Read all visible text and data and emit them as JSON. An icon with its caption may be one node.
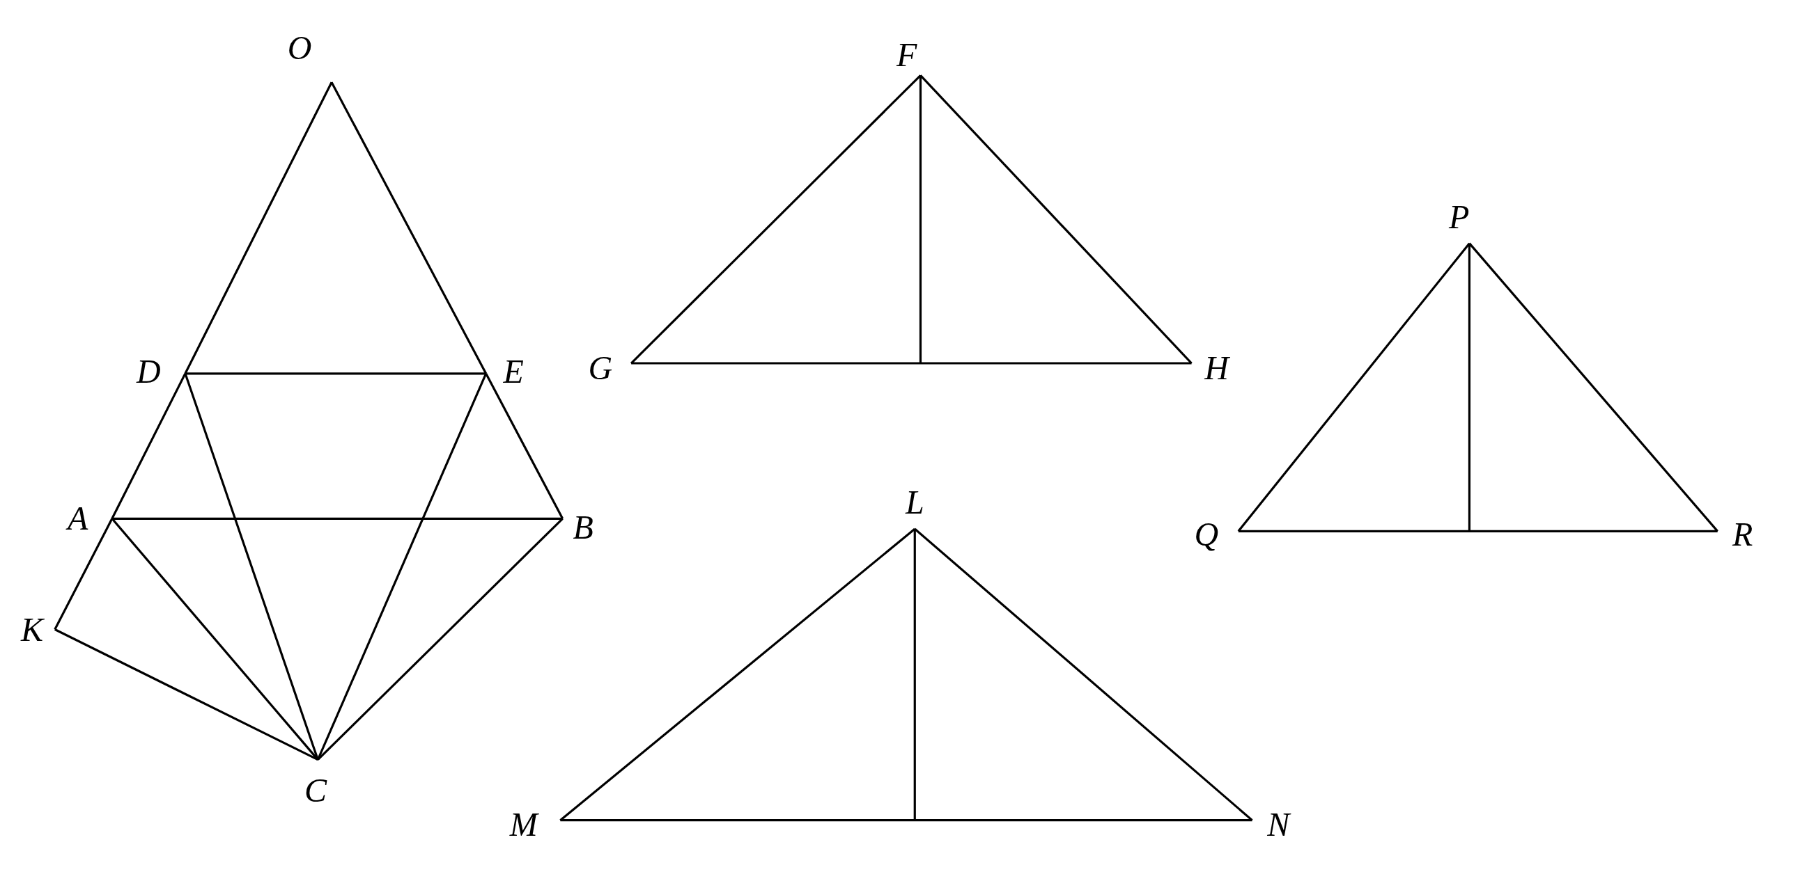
{
  "diagram": {
    "nodes": [
      {
        "text": [
          "O"
        ]
      },
      {
        "text": [
          "D"
        ]
      },
      {
        "text": [
          "E"
        ]
      },
      {
        "text": [
          "A"
        ]
      },
      {
        "text": [
          "B"
        ]
      },
      {
        "text": [
          "K"
        ]
      },
      {
        "text": [
          "C"
        ]
      },
      {
        "text": [
          "F"
        ]
      },
      {
        "text": [
          "G"
        ]
      },
      {
        "text": [
          "H"
        ]
      },
      {
        "text": [
          "P"
        ]
      },
      {
        "text": [
          "Q"
        ]
      },
      {
        "text": [
          "R"
        ]
      },
      {
        "text": [
          "L"
        ]
      },
      {
        "text": [
          "M"
        ]
      },
      {
        "text": [
          "N"
        ]
      }
    ],
    "edges": [
      {
        "from": 0,
        "to": 1,
        "arrow": "none"
      },
      {
        "from": 1,
        "to": 3,
        "arrow": "none"
      },
      {
        "from": 3,
        "to": 5,
        "arrow": "none"
      },
      {
        "from": 5,
        "to": 6,
        "arrow": "none"
      },
      {
        "from": 3,
        "to": 6,
        "arrow": "none"
      },
      {
        "from": 1,
        "to": 6,
        "arrow": "none"
      },
      {
        "from": 2,
        "to": 6,
        "arrow": "none"
      },
      {
        "from": 4,
        "to": 6,
        "arrow": "none"
      },
      {
        "from": 0,
        "to": 2,
        "arrow": "none"
      },
      {
        "from": 2,
        "to": 4,
        "arrow": "none"
      },
      {
        "from": 1,
        "to": 2,
        "arrow": "none"
      },
      {
        "from": 3,
        "to": 4,
        "arrow": "none"
      },
      {
        "from": 7,
        "to": 8,
        "arrow": "none"
      },
      {
        "from": 7,
        "to": 9,
        "arrow": "none"
      },
      {
        "from": 8,
        "to": 9,
        "arrow": "none"
      },
      {
        "from": 7,
        "to": null,
        "arrow": "none"
      },
      {
        "from": 10,
        "to": 11,
        "arrow": "none"
      },
      {
        "from": 10,
        "to": 12,
        "arrow": "none"
      },
      {
        "from": 11,
        "to": 12,
        "arrow": "none"
      },
      {
        "from": 10,
        "to": null,
        "arrow": "none"
      },
      {
        "from": 13,
        "to": 14,
        "arrow": "none"
      },
      {
        "from": 13,
        "to": 15,
        "arrow": "none"
      },
      {
        "from": 14,
        "to": 15,
        "arrow": "none"
      },
      {
        "from": 13,
        "to": null,
        "arrow": "none"
      }
    ]
  }
}
